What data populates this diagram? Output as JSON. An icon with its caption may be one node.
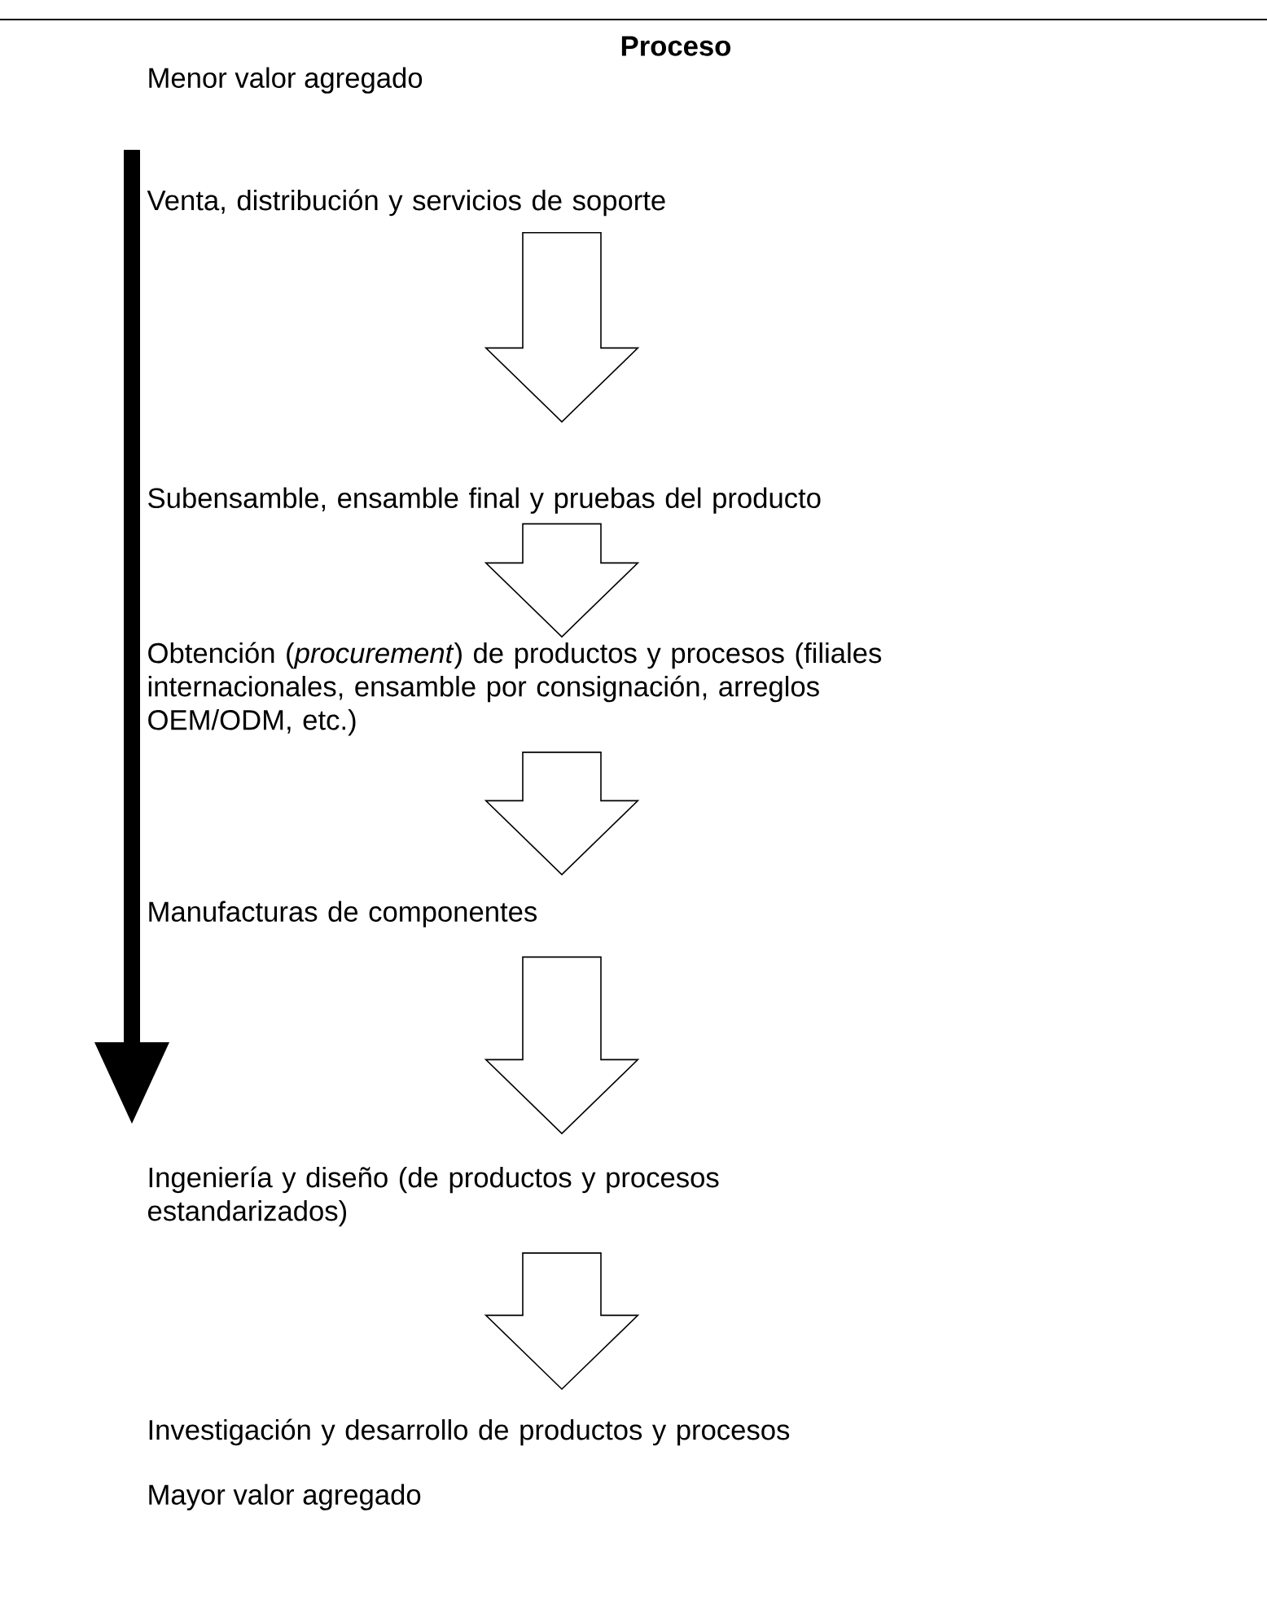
{
  "diagram": {
    "title": "Proceso",
    "nodes": [
      {
        "text": [
          "Venta, distribución y servicios de soporte"
        ]
      },
      {
        "text": [
          "Subensamble, ensamble final y pruebas del producto"
        ]
      },
      {
        "text": [
          "Obtención (*procurement*) de productos y procesos (filiales internacionales, ensamble por consignación, arreglos OEM/ODM, etc.)"
        ]
      },
      {
        "text": [
          "Manufacturas de componentes"
        ]
      },
      {
        "text": [
          "Ingeniería y diseño (de productos y procesos estandarizados)"
        ]
      },
      {
        "text": [
          "Investigación y desarrollo de productos y procesos"
        ]
      }
    ],
    "edges": [
      {
        "from": 0,
        "to": 1,
        "arrow": "to"
      },
      {
        "from": 1,
        "to": 2,
        "arrow": "to"
      },
      {
        "from": 2,
        "to": 3,
        "arrow": "to"
      },
      {
        "from": 3,
        "to": 4,
        "arrow": "to"
      },
      {
        "from": 4,
        "to": 5,
        "arrow": "to"
      }
    ],
    "labels": [
      "Menor valor agregado",
      "Mayor valor agregado"
    ]
  }
}
